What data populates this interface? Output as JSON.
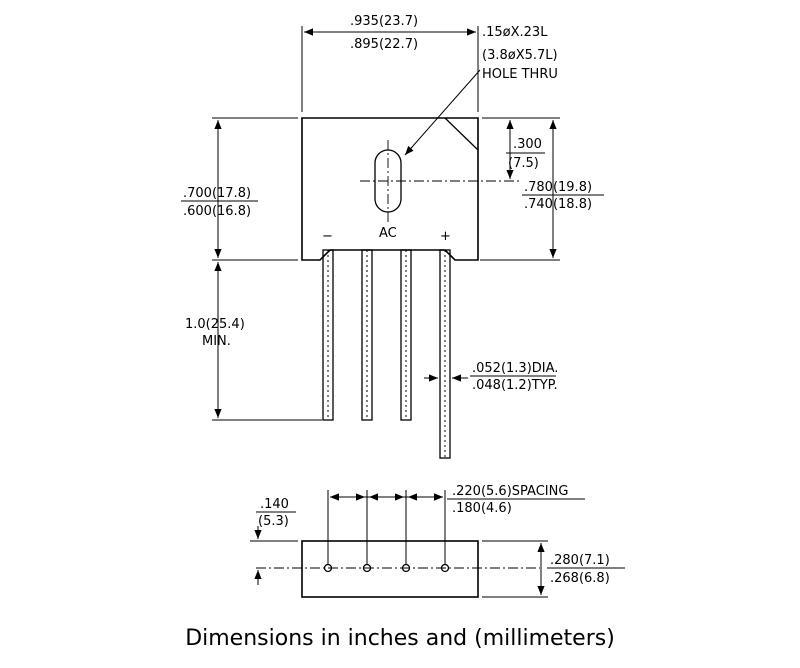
{
  "dims": {
    "width_top": ".935(23.7)",
    "width_bottom": ".895(22.7)",
    "hole_line1": ".15øX.23L",
    "hole_line2": "(3.8øX5.7L)",
    "hole_line3": "HOLE THRU",
    "hole_off_top": ".300",
    "hole_off_bottom": "(7.5)",
    "body_h_top": ".700(17.8)",
    "body_h_bottom": ".600(16.8)",
    "overall_top": ".780(19.8)",
    "overall_bottom": ".740(18.8)",
    "lead_len": "1.0(25.4)",
    "lead_min": "MIN.",
    "lead_dia_top": ".052(1.3)DIA.",
    "lead_dia_bottom": ".048(1.2)TYP.",
    "spacing_top": ".220(5.6)SPACING",
    "spacing_bottom": ".180(4.6)",
    "offset_top": ".140",
    "offset_bottom": "(5.3)",
    "thick_top": ".280(7.1)",
    "thick_bottom": ".268(6.8)"
  },
  "pins": {
    "minus": "−",
    "ac": "AC",
    "plus": "+"
  },
  "caption": "Dimensions in inches and (millimeters)"
}
